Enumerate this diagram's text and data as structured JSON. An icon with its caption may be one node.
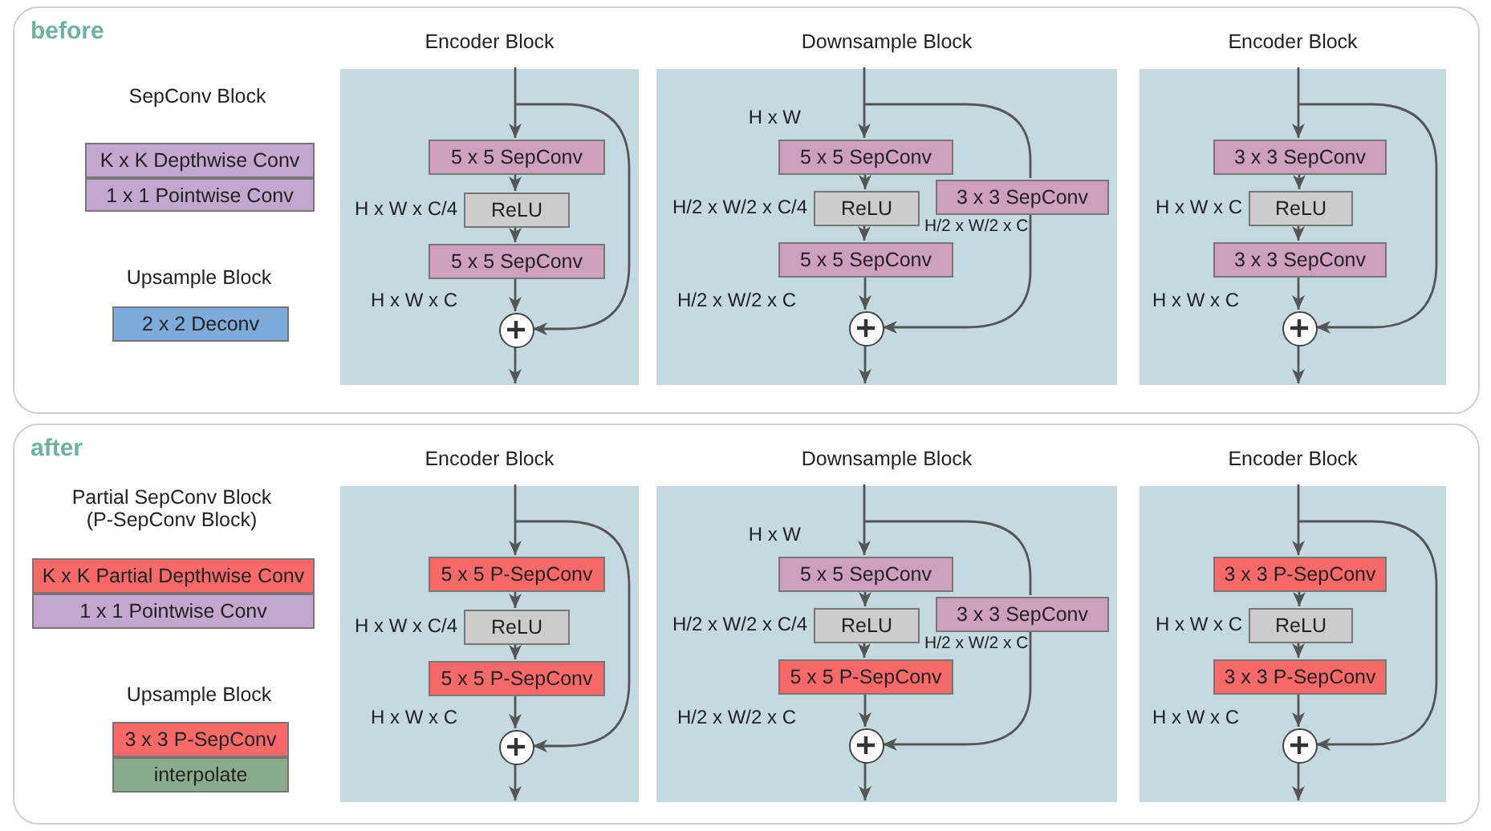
{
  "diagram": {
    "nodes": [
      {
        "text": [
          "before"
        ]
      },
      {
        "text": [
          "K x K Depthwise Conv"
        ],
        "in": 0
      },
      {
        "text": [
          "1 x 1 Pointwise Conv"
        ],
        "in": 0
      },
      {
        "text": [
          "2 x 2 Deconv"
        ],
        "in": 0
      },
      {
        "text": [
          "Encoder Block"
        ],
        "in": 0
      },
      {
        "text": [
          "5 x 5 SepConv"
        ],
        "in": 4
      },
      {
        "text": [
          "ReLU"
        ],
        "in": 4,
        "beside": [
          "H x W x C/4"
        ]
      },
      {
        "text": [
          "5 x 5 SepConv"
        ],
        "in": 4
      },
      {
        "text": [],
        "shape": "circle",
        "in": 4
      },
      {
        "text": [
          "Downsample Block"
        ],
        "in": 0
      },
      {
        "text": [
          "5 x 5 SepConv"
        ],
        "in": 9
      },
      {
        "text": [
          "ReLU"
        ],
        "in": 9,
        "beside": [
          "H/2 x W/2 x C/4"
        ]
      },
      {
        "text": [
          "5 x 5 SepConv"
        ],
        "in": 9
      },
      {
        "text": [
          "3 x 3 SepConv"
        ],
        "in": 9
      },
      {
        "text": [],
        "shape": "circle",
        "in": 9
      },
      {
        "text": [
          "Encoder Block"
        ],
        "in": 0
      },
      {
        "text": [
          "3 x 3 SepConv"
        ],
        "in": 15
      },
      {
        "text": [
          "ReLU"
        ],
        "in": 15,
        "beside": [
          "H x W x C"
        ]
      },
      {
        "text": [
          "3 x 3 SepConv"
        ],
        "in": 15
      },
      {
        "text": [],
        "shape": "circle",
        "in": 15
      },
      {
        "text": [
          "after"
        ]
      },
      {
        "text": [
          "K x K Partial Depthwise Conv"
        ],
        "in": 20
      },
      {
        "text": [
          "1 x 1 Pointwise Conv"
        ],
        "in": 20
      },
      {
        "text": [
          "3 x 3 P-SepConv"
        ],
        "in": 20
      },
      {
        "text": [
          "interpolate"
        ],
        "in": 20
      },
      {
        "text": [
          "Encoder Block"
        ],
        "in": 20
      },
      {
        "text": [
          "5 x 5 P-SepConv"
        ],
        "in": 25
      },
      {
        "text": [
          "ReLU"
        ],
        "in": 25,
        "beside": [
          "H x W x C/4"
        ]
      },
      {
        "text": [
          "5 x 5 P-SepConv"
        ],
        "in": 25
      },
      {
        "text": [],
        "shape": "circle",
        "in": 25
      },
      {
        "text": [
          "Downsample Block"
        ],
        "in": 20
      },
      {
        "text": [
          "5 x 5 SepConv"
        ],
        "in": 30
      },
      {
        "text": [
          "ReLU"
        ],
        "in": 30,
        "beside": [
          "H/2 x W/2 x C/4"
        ]
      },
      {
        "text": [
          "5 x 5 P-SepConv"
        ],
        "in": 30
      },
      {
        "text": [
          "3 x 3 SepConv"
        ],
        "in": 30
      },
      {
        "text": [],
        "shape": "circle",
        "in": 30
      },
      {
        "text": [
          "Encoder Block"
        ],
        "in": 20
      },
      {
        "text": [
          "3 x 3 P-SepConv"
        ],
        "in": 36
      },
      {
        "text": [
          "ReLU"
        ],
        "in": 36,
        "beside": [
          "H x W x C"
        ]
      },
      {
        "text": [
          "3 x 3 P-SepConv"
        ],
        "in": 36
      },
      {
        "text": [],
        "shape": "circle",
        "in": 36
      }
    ],
    "edges": [
      {
        "from": null,
        "to": 5,
        "arrow": "to"
      },
      {
        "from": 5,
        "to": 6,
        "arrow": "to"
      },
      {
        "from": 6,
        "to": 7,
        "arrow": "to"
      },
      {
        "from": 7,
        "to": 8,
        "arrow": "to",
        "label": "H x W x C"
      },
      {
        "from": null,
        "to": 8,
        "arrow": "to"
      },
      {
        "from": 8,
        "to": null,
        "arrow": "to"
      },
      {
        "from": null,
        "to": 10,
        "arrow": "to",
        "label": "H x W"
      },
      {
        "from": 10,
        "to": 11,
        "arrow": "to"
      },
      {
        "from": 11,
        "to": 12,
        "arrow": "to"
      },
      {
        "from": 12,
        "to": 14,
        "arrow": "to",
        "label": "H/2 x W/2 x C"
      },
      {
        "from": null,
        "to": 13,
        "arrow": "none"
      },
      {
        "from": 13,
        "to": 14,
        "arrow": "to",
        "label": "H/2 x W/2 x C"
      },
      {
        "from": 14,
        "to": null,
        "arrow": "to"
      },
      {
        "from": null,
        "to": 16,
        "arrow": "to"
      },
      {
        "from": 16,
        "to": 17,
        "arrow": "to"
      },
      {
        "from": 17,
        "to": 18,
        "arrow": "to"
      },
      {
        "from": 18,
        "to": 19,
        "arrow": "to",
        "label": "H x W x C"
      },
      {
        "from": null,
        "to": 19,
        "arrow": "to"
      },
      {
        "from": 19,
        "to": null,
        "arrow": "to"
      },
      {
        "from": null,
        "to": 26,
        "arrow": "to"
      },
      {
        "from": 26,
        "to": 27,
        "arrow": "to"
      },
      {
        "from": 27,
        "to": 28,
        "arrow": "to"
      },
      {
        "from": 28,
        "to": 29,
        "arrow": "to",
        "label": "H x W x C"
      },
      {
        "from": null,
        "to": 29,
        "arrow": "to"
      },
      {
        "from": 29,
        "to": null,
        "arrow": "to"
      },
      {
        "from": null,
        "to": 31,
        "arrow": "to",
        "label": "H x W"
      },
      {
        "from": 31,
        "to": 32,
        "arrow": "to"
      },
      {
        "from": 32,
        "to": 33,
        "arrow": "to"
      },
      {
        "from": 33,
        "to": 35,
        "arrow": "to",
        "label": "H/2 x W/2 x C"
      },
      {
        "from": null,
        "to": 34,
        "arrow": "none"
      },
      {
        "from": 34,
        "to": 35,
        "arrow": "to",
        "label": "H/2 x W/2 x C"
      },
      {
        "from": 35,
        "to": null,
        "arrow": "to"
      },
      {
        "from": null,
        "to": 37,
        "arrow": "to"
      },
      {
        "from": 37,
        "to": 38,
        "arrow": "to"
      },
      {
        "from": 38,
        "to": 39,
        "arrow": "to"
      },
      {
        "from": 39,
        "to": 40,
        "arrow": "to",
        "label": "H x W x C"
      },
      {
        "from": null,
        "to": 40,
        "arrow": "to"
      },
      {
        "from": 40,
        "to": null,
        "arrow": "to"
      }
    ],
    "labels": [
      "SepConv Block",
      "Upsample Block",
      "Partial SepConv Block (P-SepConv Block)",
      "Upsample Block"
    ]
  }
}
